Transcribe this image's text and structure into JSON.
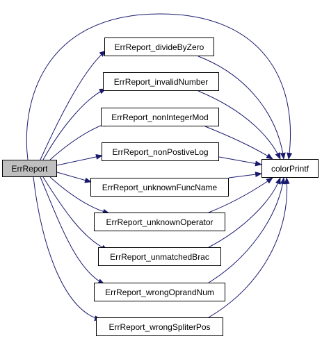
{
  "graph": {
    "root": {
      "label": "ErrReport",
      "fill": "#bfbfbf"
    },
    "callees": [
      {
        "label": "ErrReport_divideByZero"
      },
      {
        "label": "ErrReport_invalidNumber"
      },
      {
        "label": "ErrReport_nonIntegerMod"
      },
      {
        "label": "ErrReport_nonPostiveLog"
      },
      {
        "label": "ErrReport_unknownFuncName"
      },
      {
        "label": "ErrReport_unknownOperator"
      },
      {
        "label": "ErrReport_unmatchedBrac"
      },
      {
        "label": "ErrReport_wrongOprandNum"
      },
      {
        "label": "ErrReport_wrongSpliterPos"
      }
    ],
    "target": {
      "label": "colorPrintf"
    },
    "edge_color": "#191970"
  }
}
